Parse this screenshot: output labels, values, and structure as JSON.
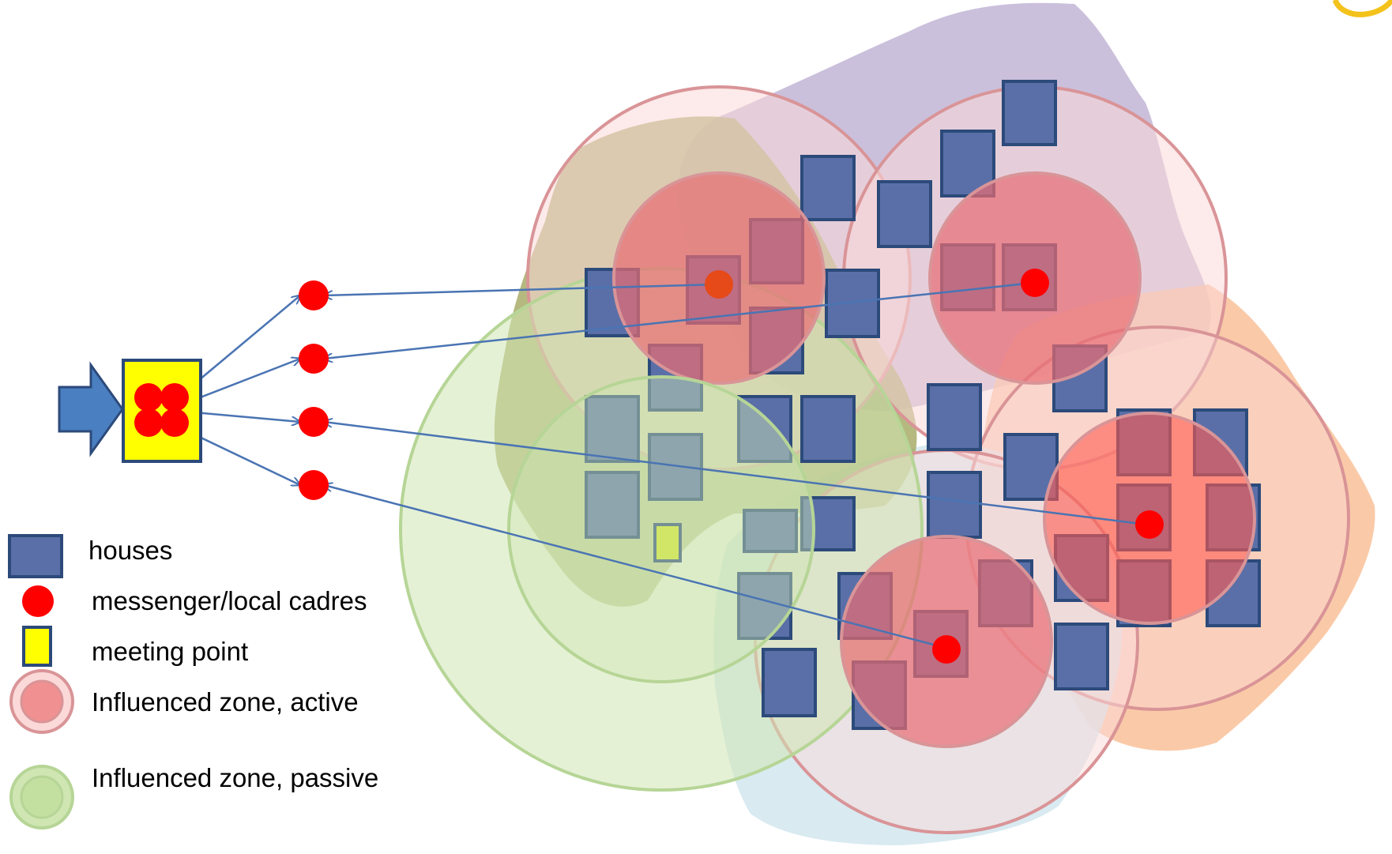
{
  "colors": {
    "house_fill": "#5a6fa8",
    "house_stroke": "#2c4a7a",
    "messenger": "#ff0000",
    "meeting_point": "#ffff00",
    "active_zone_outer": "#fbd9d9",
    "active_zone_inner": "#e86c74",
    "active_zone_stroke": "#d99497",
    "passive_zone_fill": "#cfe6b3",
    "passive_zone_stroke": "#b6d596",
    "arrow": "#4a74b3",
    "region_purple": "#b9abcf",
    "region_orange": "#f8b88b",
    "region_olive": "#a3a85f",
    "region_lightblue": "#cfe5ee"
  },
  "legend": {
    "houses": "houses",
    "messenger": "messenger/local cadres",
    "meeting_point": "meeting point",
    "active_zone": "Influenced zone, active",
    "passive_zone": "Influenced zone, passive"
  },
  "icons": {
    "entry_arrow": "right-arrow-icon",
    "logo_corner": "logo-fragment"
  }
}
